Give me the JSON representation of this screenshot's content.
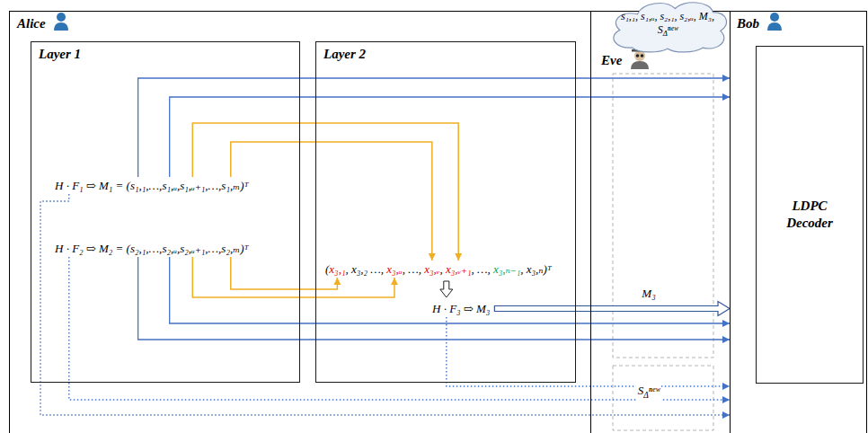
{
  "diagram": {
    "nodes": [
      {
        "text": [
          "Alice"
        ]
      },
      {
        "text": [
          "Layer 1",
          "H · F₁ ⇨ M₁ = (s₁,₁,…,s₁,ᵤ,s₁,ᵤ₊₁,…,s₁,ₘ)ᵀ",
          "H · F₂ ⇨ M₂ = (s₂,₁,…,s₂,ᵤ,s₂,ᵤ₊₁,…,s₂,ₘ)ᵀ"
        ],
        "in": 0
      },
      {
        "text": [
          "Layer 2",
          "(x₃,₁, x₃,₂ …, x₃,ᵤ, …, x₃,ᵥ, x₃,ᵥ₊₁, …, x₃,ₙ₋₁, x₃,ₙ)ᵀ",
          "H · F₃ ⇨ M₃"
        ],
        "in": 0
      },
      {
        "text": [
          "Eve"
        ]
      },
      {
        "text": [
          "s₁,₁, s₁,ᵤ, s₂,₁, s₂,ᵤ, M₃, SΔⁿᵉʷ"
        ],
        "in": 3
      },
      {
        "text": [
          "Bob"
        ]
      },
      {
        "text": [
          "LDPC Decoder"
        ],
        "in": 5
      }
    ],
    "edges": [
      {
        "from": 1,
        "to": 5,
        "arrow": "to"
      },
      {
        "from": 1,
        "to": 5,
        "arrow": "to"
      },
      {
        "from": 1,
        "to": 5,
        "arrow": "to"
      },
      {
        "from": 1,
        "to": 5,
        "arrow": "to"
      },
      {
        "from": 1,
        "to": 2,
        "arrow": "to"
      },
      {
        "from": 1,
        "to": 2,
        "arrow": "to"
      },
      {
        "from": 1,
        "to": 2,
        "arrow": "to"
      },
      {
        "from": 1,
        "to": 2,
        "arrow": "to"
      },
      {
        "from": 2,
        "to": 5,
        "arrow": "to",
        "label": "M₃"
      },
      {
        "from": 2,
        "to": 5,
        "arrow": "to",
        "label": "SΔⁿᵉʷ"
      },
      {
        "from": 1,
        "to": 5,
        "arrow": "to"
      },
      {
        "from": 1,
        "to": 5,
        "arrow": "to"
      }
    ]
  }
}
